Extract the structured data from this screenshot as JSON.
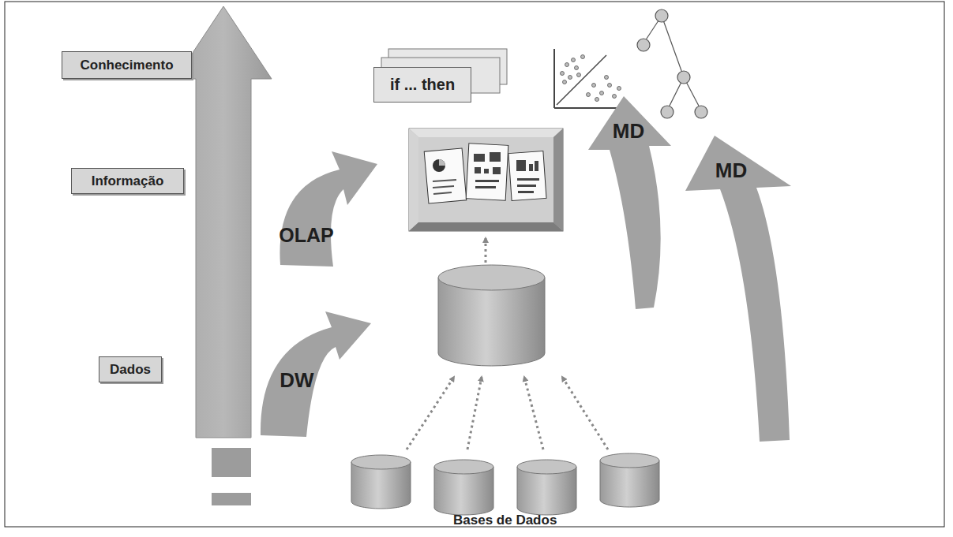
{
  "diagram": {
    "nodes": [
      {
        "text": [
          "Conhecimento"
        ]
      },
      {
        "text": [
          "if ... then"
        ]
      },
      {
        "text": [
          "Informação"
        ]
      },
      {
        "text": [
          "OLAP"
        ]
      },
      {
        "text": [
          "MD"
        ]
      },
      {
        "text": [
          "MD"
        ]
      },
      {
        "text": [
          "Dados"
        ]
      },
      {
        "text": [
          "DW"
        ]
      }
    ],
    "labels": [
      "Bases de Dados"
    ]
  }
}
